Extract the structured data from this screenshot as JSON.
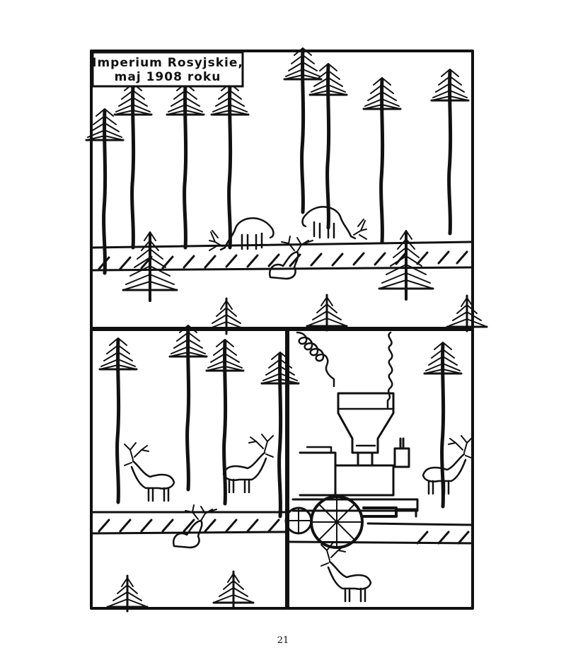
{
  "caption": {
    "line1": "Imperium Rosyjskie,",
    "line2": "maj 1908 roku"
  },
  "page_number": "21"
}
